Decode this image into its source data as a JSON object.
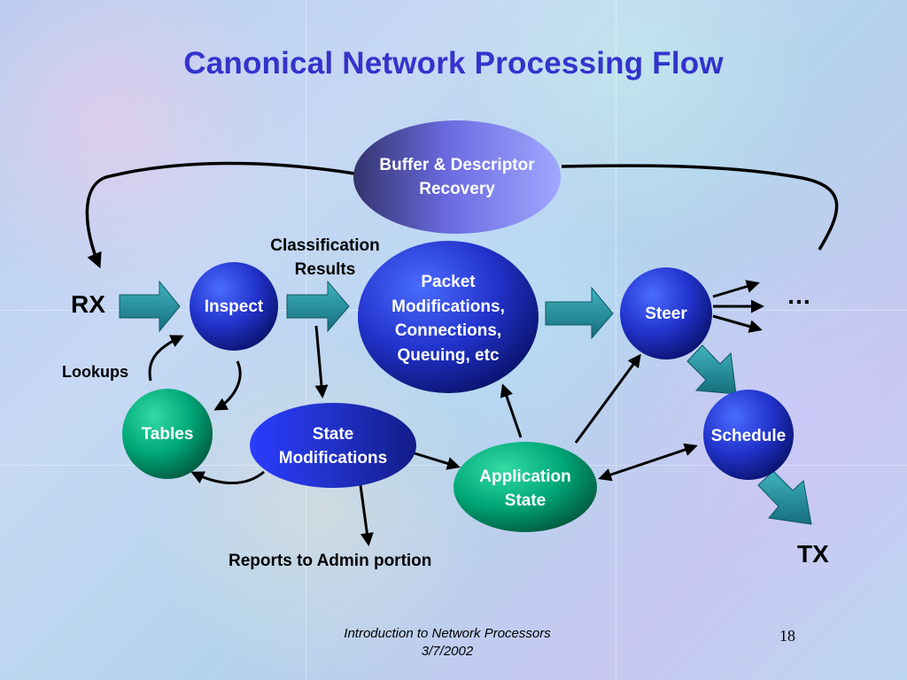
{
  "title": "Canonical Network Processing Flow",
  "nodes": {
    "buffer": "Buffer & Descriptor Recovery",
    "inspect": "Inspect",
    "packet": "Packet Modifications, Connections, Queuing, etc",
    "steer": "Steer",
    "tables": "Tables",
    "state_mod": "State Modifications",
    "app_state": "Application State",
    "schedule": "Schedule"
  },
  "labels": {
    "rx": "RX",
    "tx": "TX",
    "classification": "Classification Results",
    "lookups": "Lookups",
    "reports": "Reports to Admin portion",
    "ellipsis": "…"
  },
  "footer": {
    "course": "Introduction to Network Processors",
    "date": "3/7/2002",
    "page": "18"
  },
  "colors": {
    "title": "#3333cc",
    "node_blue": "#2233cc",
    "node_green": "#00a878",
    "node_lavender": "#8a8af0",
    "arrow_fill": "#1e8a98"
  }
}
